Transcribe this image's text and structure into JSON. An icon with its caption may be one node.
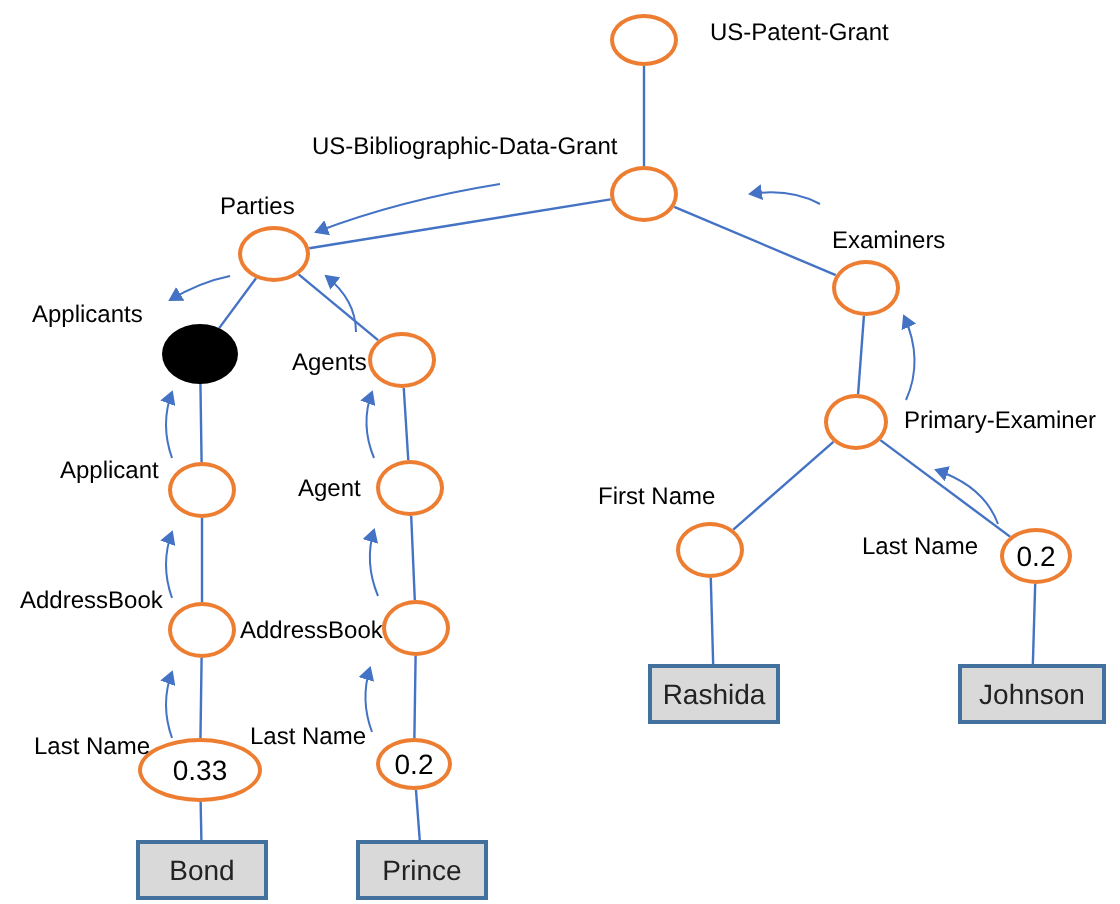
{
  "diagram": {
    "nodes": [
      {
        "text": [],
        "shape": "circle",
        "beside": [
          "US-Patent-Grant"
        ]
      },
      {
        "text": [],
        "shape": "circle",
        "beside": [
          "US-Bibliographic-Data-Grant"
        ]
      },
      {
        "text": [],
        "shape": "circle",
        "beside": [
          "Parties"
        ]
      },
      {
        "text": [],
        "shape": "circle",
        "beside": [
          "Examiners"
        ]
      },
      {
        "text": [],
        "shape": "circle",
        "beside": [
          "Applicants"
        ]
      },
      {
        "text": [],
        "shape": "circle",
        "beside": [
          "Agents"
        ]
      },
      {
        "text": [],
        "shape": "circle",
        "beside": [
          "Primary-Examiner"
        ]
      },
      {
        "text": [],
        "shape": "circle",
        "beside": [
          "Applicant"
        ]
      },
      {
        "text": [],
        "shape": "circle",
        "beside": [
          "Agent"
        ]
      },
      {
        "text": [],
        "shape": "circle",
        "beside": [
          "First Name"
        ]
      },
      {
        "text": [
          "0.2"
        ],
        "beside": [
          "Last Name"
        ]
      },
      {
        "text": [],
        "shape": "circle",
        "beside": [
          "AddressBook"
        ]
      },
      {
        "text": [],
        "shape": "circle",
        "beside": [
          "AddressBook"
        ]
      },
      {
        "text": [
          "Rashida"
        ]
      },
      {
        "text": [
          "Johnson"
        ]
      },
      {
        "text": [
          "0.33"
        ],
        "beside": [
          "Last Name"
        ]
      },
      {
        "text": [
          "0.2"
        ],
        "beside": [
          "Last Name"
        ]
      },
      {
        "text": [
          "Bond"
        ]
      },
      {
        "text": [
          "Prince"
        ]
      }
    ],
    "edges": [
      {
        "from": 0,
        "to": 1,
        "arrow": "none"
      },
      {
        "from": 1,
        "to": 2,
        "arrow": "none"
      },
      {
        "from": 1,
        "to": 3,
        "arrow": "none"
      },
      {
        "from": 2,
        "to": 4,
        "arrow": "none"
      },
      {
        "from": 2,
        "to": 5,
        "arrow": "none"
      },
      {
        "from": 3,
        "to": 6,
        "arrow": "none"
      },
      {
        "from": 4,
        "to": 7,
        "arrow": "none"
      },
      {
        "from": 5,
        "to": 8,
        "arrow": "none"
      },
      {
        "from": 6,
        "to": 9,
        "arrow": "none"
      },
      {
        "from": 6,
        "to": 10,
        "arrow": "none"
      },
      {
        "from": 7,
        "to": 11,
        "arrow": "none"
      },
      {
        "from": 8,
        "to": 12,
        "arrow": "none"
      },
      {
        "from": 9,
        "to": 13,
        "arrow": "none"
      },
      {
        "from": 10,
        "to": 14,
        "arrow": "none"
      },
      {
        "from": 11,
        "to": 15,
        "arrow": "none"
      },
      {
        "from": 12,
        "to": 16,
        "arrow": "none"
      },
      {
        "from": 15,
        "to": 17,
        "arrow": "none"
      },
      {
        "from": 16,
        "to": 18,
        "arrow": "none"
      },
      {
        "from": 1,
        "to": 2,
        "arrow": "to"
      },
      {
        "from": 3,
        "to": 1,
        "arrow": "to"
      },
      {
        "from": 2,
        "to": 4,
        "arrow": "to"
      },
      {
        "from": 7,
        "to": 4,
        "arrow": "to"
      },
      {
        "from": 11,
        "to": 7,
        "arrow": "to"
      },
      {
        "from": 15,
        "to": 11,
        "arrow": "to"
      },
      {
        "from": 5,
        "to": 2,
        "arrow": "to"
      },
      {
        "from": 8,
        "to": 5,
        "arrow": "to"
      },
      {
        "from": 12,
        "to": 8,
        "arrow": "to"
      },
      {
        "from": 16,
        "to": 12,
        "arrow": "to"
      },
      {
        "from": 6,
        "to": 3,
        "arrow": "to"
      },
      {
        "from": 10,
        "to": 6,
        "arrow": "to"
      }
    ]
  }
}
